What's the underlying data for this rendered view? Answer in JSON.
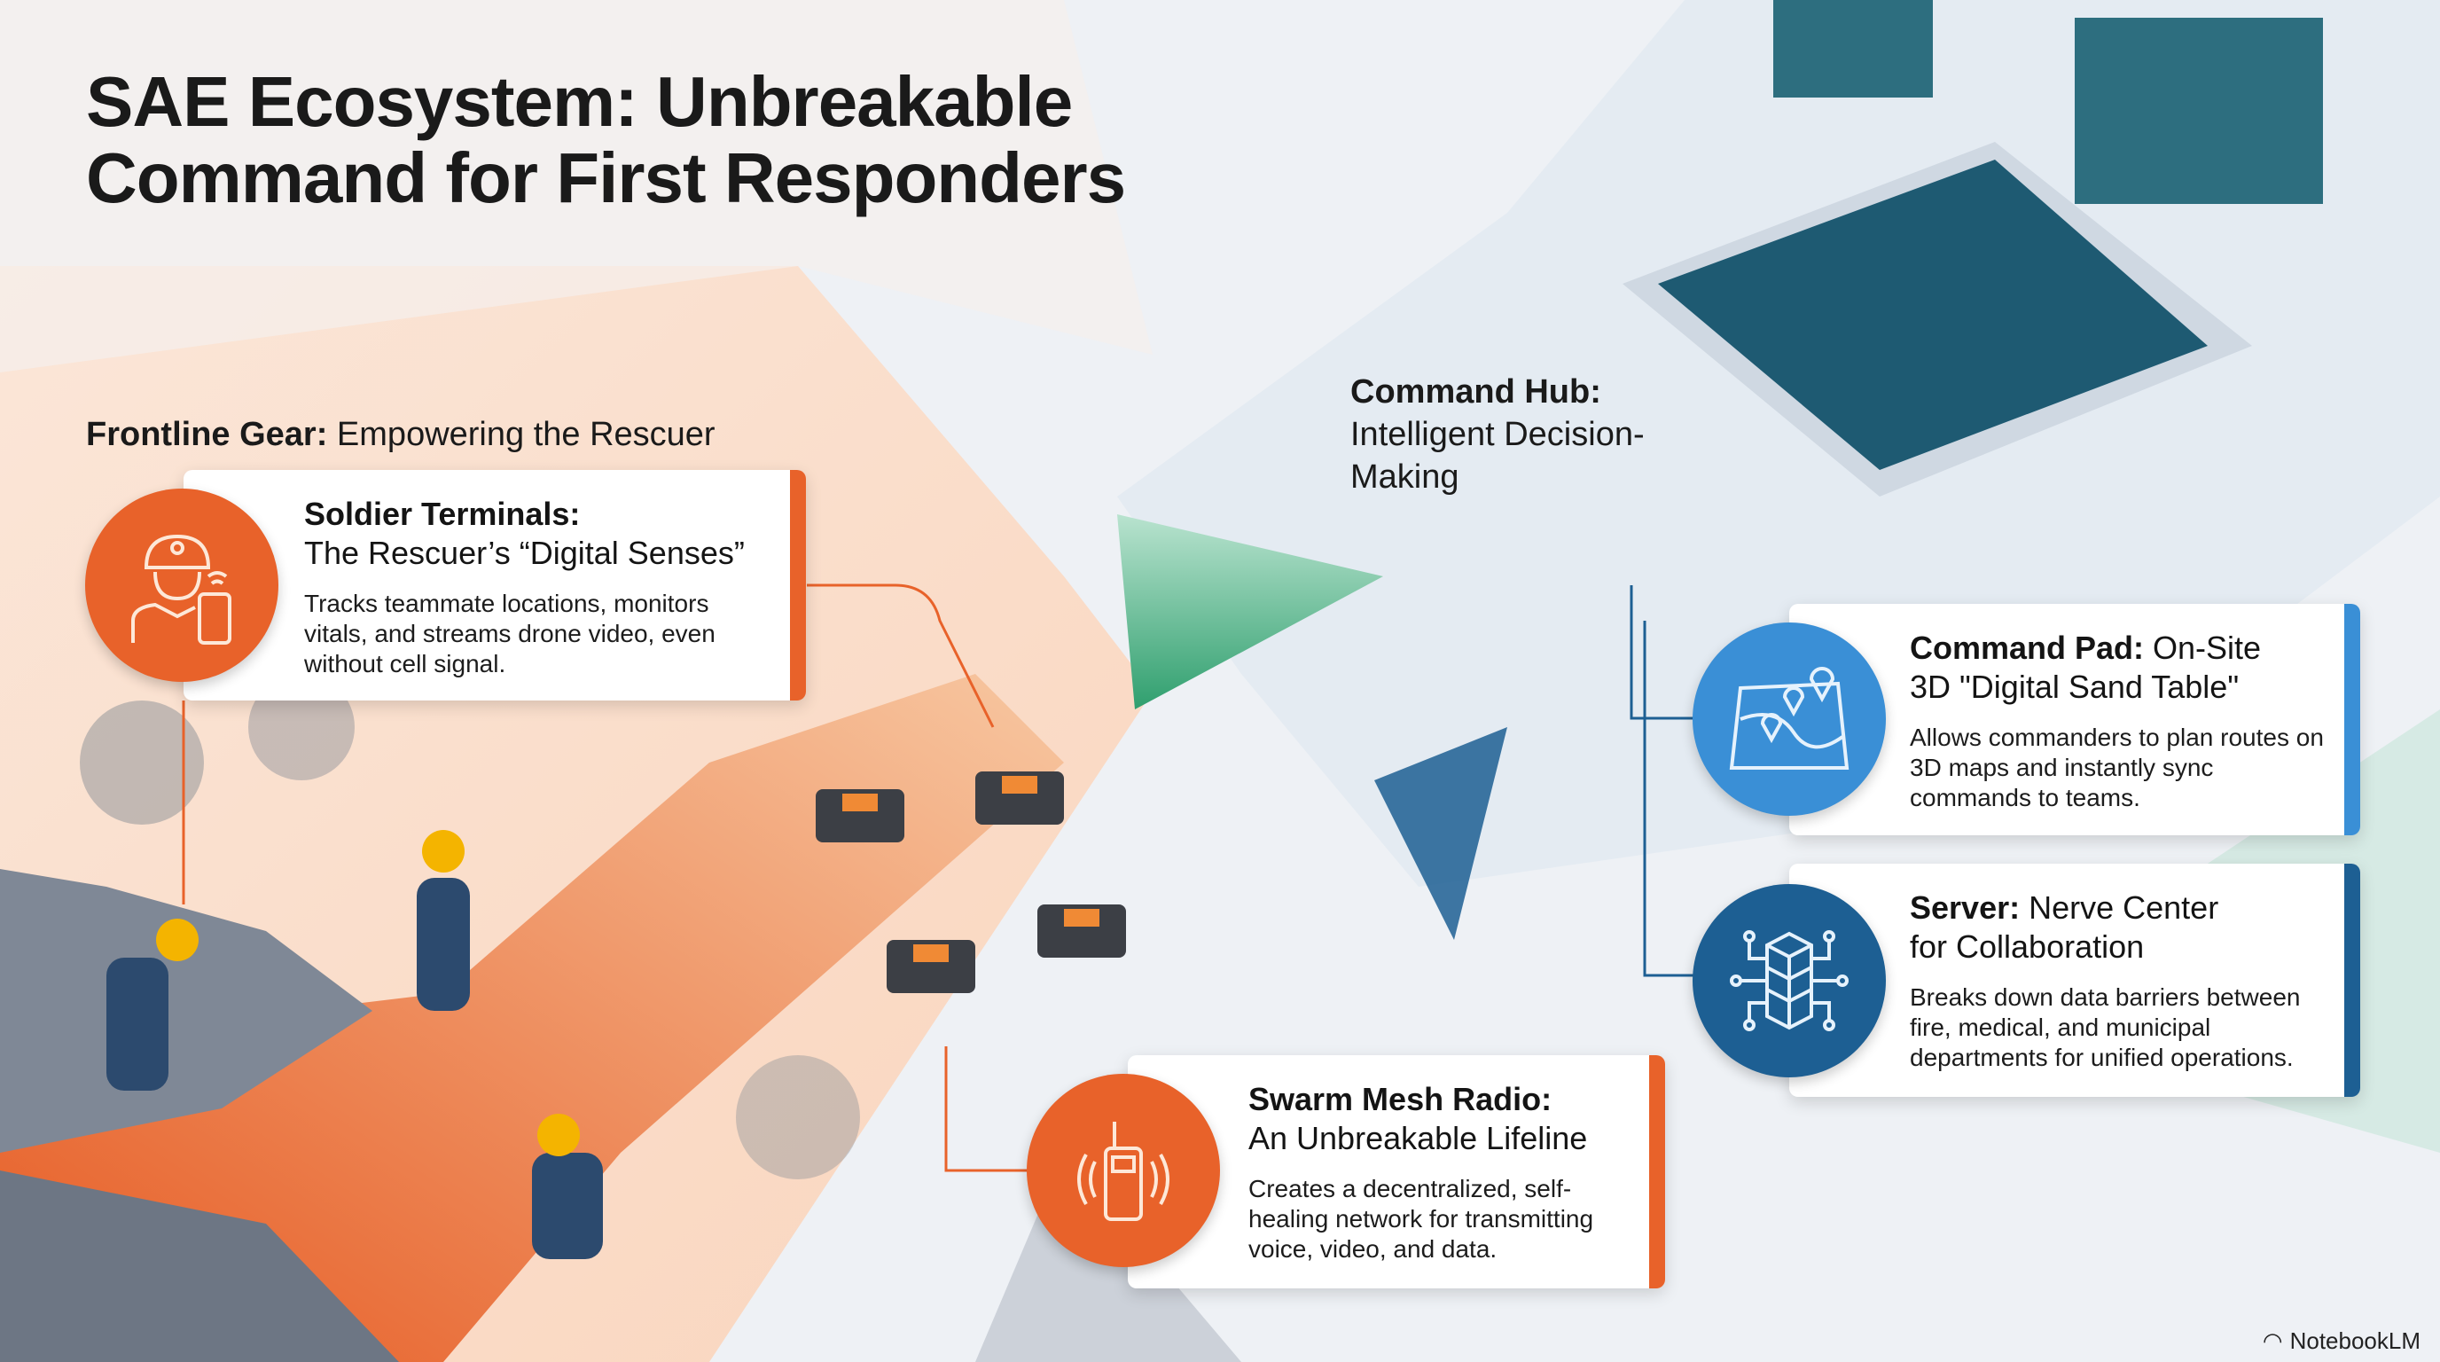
{
  "title": {
    "line1": "SAE Ecosystem: Unbreakable",
    "line2": "Command for First Responders"
  },
  "frontline": {
    "bold": "Frontline Gear:",
    "rest": " Empowering the Rescuer"
  },
  "hub": {
    "bold": "Command Hub:",
    "line2": "Intelligent Decision-",
    "line3": "Making"
  },
  "cards": {
    "soldier": {
      "bold": "Soldier Terminals:",
      "subtitle": "The Rescuer’s “Digital Senses”",
      "body": "Tracks teammate locations, monitors vitals, and streams drone video, even without cell signal.",
      "icon": "rescuer-with-phone-icon"
    },
    "swarm": {
      "bold": "Swarm Mesh Radio:",
      "subtitle": "An Unbreakable Lifeline",
      "body": "Creates a decentralized, self-healing network for transmitting voice, video, and data.",
      "icon": "walkie-talkie-icon"
    },
    "pad": {
      "bold": "Command Pad:",
      "rest": " On-Site",
      "subtitle": "3D \"Digital Sand Table\"",
      "body": "Allows commanders to plan routes on 3D maps and instantly sync commands to teams.",
      "icon": "map-pins-icon"
    },
    "server": {
      "bold": "Server:",
      "rest": " Nerve Center",
      "subtitle": "for Collaboration",
      "body": "Breaks down data barriers between fire, medical, and municipal departments for unified operations.",
      "icon": "server-network-icon"
    }
  },
  "brand": "NotebookLM",
  "colors": {
    "orange": "#e8622a",
    "blue": "#3a8fd6",
    "darkblue": "#1d5f93",
    "green": "#3fae7c"
  }
}
